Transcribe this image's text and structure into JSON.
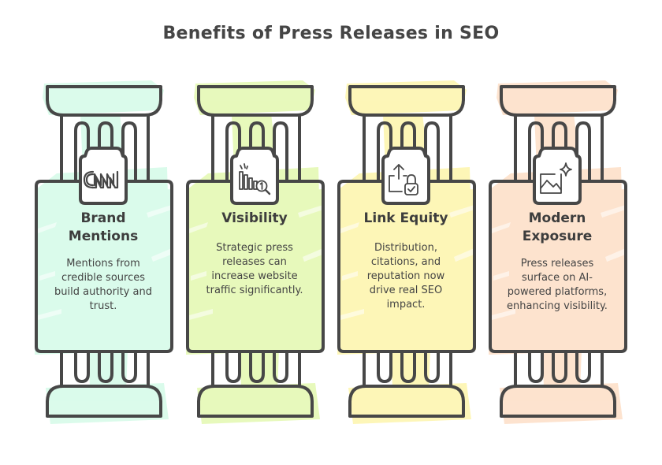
{
  "title": "Benefits of Press Releases in SEO",
  "colors": {
    "outline": "#474747",
    "mint": "#d9fbea",
    "lime": "#e6f9b8",
    "yellow": "#fdf6b4",
    "peach": "#fde2cc"
  },
  "pillars": [
    {
      "heading": "Brand Mentions",
      "heading_lines": [
        "Brand",
        "Mentions"
      ],
      "description": "Mentions from credible sources build authority and trust.",
      "icon": "cnn-logo-icon",
      "icon_text": "CNN",
      "fill": "#d9fbea"
    },
    {
      "heading": "Visibility",
      "heading_lines": [
        "Visibility"
      ],
      "description": "Strategic press releases can increase website traffic significantly.",
      "icon": "ranking-chart-magnifier-icon",
      "icon_text": "1",
      "fill": "#e6f9b8"
    },
    {
      "heading": "Link Equity",
      "heading_lines": [
        "Link Equity"
      ],
      "description": "Distribution, citations, and reputation now drive real SEO impact.",
      "icon": "share-lock-icon",
      "fill": "#fdf6b4"
    },
    {
      "heading": "Modern Exposure",
      "heading_lines": [
        "Modern",
        "Exposure"
      ],
      "description": "Press releases surface on AI-powered platforms, enhancing visibility.",
      "icon": "image-sparkle-icon",
      "fill": "#fde2cc"
    }
  ]
}
